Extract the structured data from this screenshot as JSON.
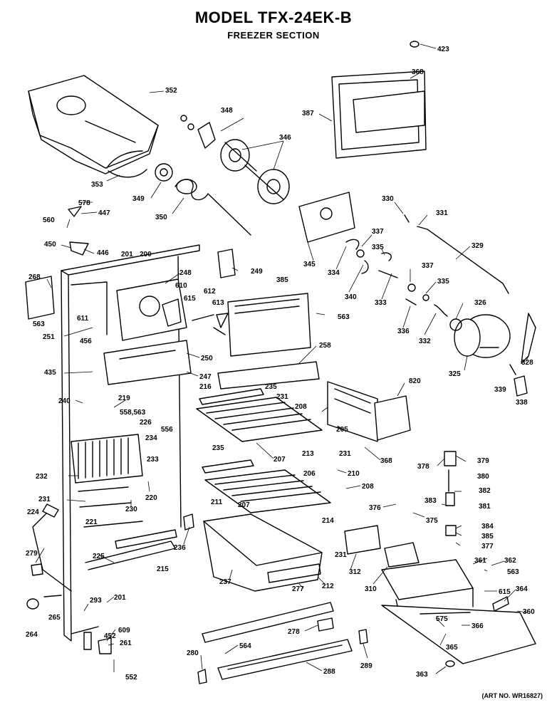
{
  "header": {
    "title": "MODEL TFX-24EK-B",
    "subtitle": "FREEZER SECTION"
  },
  "footer": {
    "art_no": "(ART NO. WR16827)"
  },
  "callouts": [
    "423",
    "368",
    "352",
    "348",
    "346",
    "387",
    "353",
    "349",
    "578",
    "447",
    "560",
    "350",
    "330",
    "331",
    "337",
    "446",
    "450",
    "201",
    "200",
    "249",
    "385",
    "345",
    "334",
    "335",
    "329",
    "268",
    "248",
    "610",
    "612",
    "615",
    "613",
    "611",
    "563",
    "340",
    "333",
    "337b",
    "563b",
    "335b",
    "326",
    "251",
    "456",
    "250",
    "336",
    "332",
    "258",
    "325",
    "435",
    "247",
    "328",
    "216",
    "235",
    "231",
    "820",
    "240",
    "219",
    "558,563",
    "208",
    "226",
    "205",
    "556",
    "339",
    "338",
    "234",
    "235b",
    "207",
    "213",
    "231b",
    "368b",
    "233",
    "378",
    "379",
    "232",
    "206",
    "210",
    "380",
    "220",
    "208b",
    "382",
    "231c",
    "211",
    "207b",
    "383",
    "376",
    "375",
    "381",
    "224",
    "230",
    "214",
    "384",
    "385b",
    "221",
    "377",
    "236",
    "312",
    "231d",
    "362",
    "279",
    "225",
    "215",
    "237",
    "361",
    "563c",
    "310",
    "212",
    "277",
    "615b",
    "364",
    "201b",
    "293",
    "265",
    "360",
    "575",
    "264",
    "609",
    "452",
    "278",
    "366",
    "261",
    "564",
    "365",
    "280",
    "289",
    "288",
    "552",
    "363"
  ]
}
